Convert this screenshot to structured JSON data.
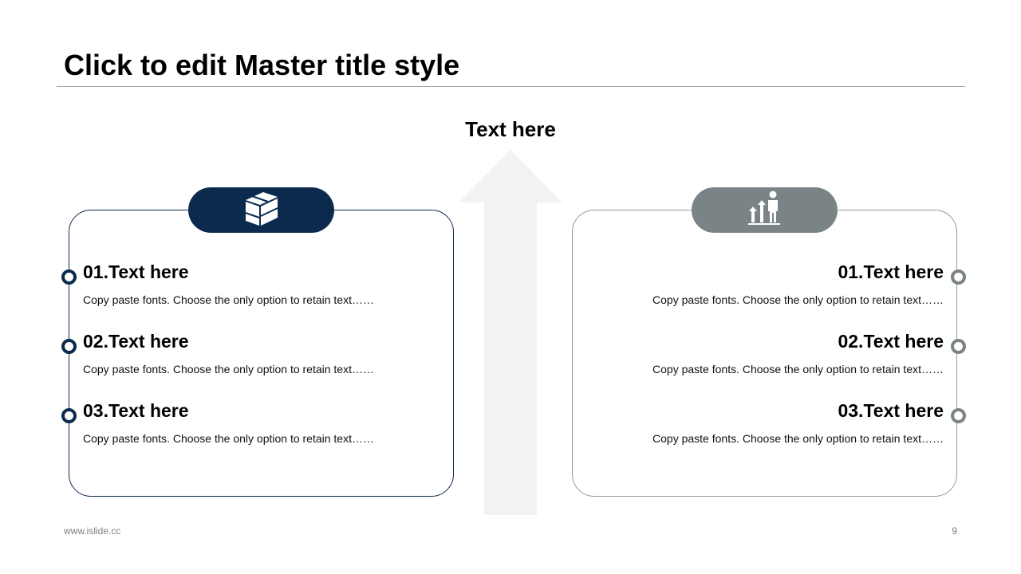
{
  "slide": {
    "title": "Click to edit Master title style",
    "center_label": "Text here",
    "footer_url": "www.islide.cc",
    "page_number": "9"
  },
  "colors": {
    "navy": "#0b2a4e",
    "gray": "#7a8385",
    "arrow": "#f2f2f2",
    "rule": "#a6a6a6"
  },
  "left_panel": {
    "icon": "boxes-icon",
    "items": [
      {
        "title": "01.Text here",
        "desc": "Copy paste fonts. Choose the only option to retain text……"
      },
      {
        "title": "02.Text here",
        "desc": "Copy paste fonts. Choose the only option to retain text……"
      },
      {
        "title": "03.Text here",
        "desc": "Copy paste fonts. Choose the only option to retain text……"
      }
    ]
  },
  "right_panel": {
    "icon": "person-growth-icon",
    "items": [
      {
        "title": "01.Text here",
        "desc": "Copy paste fonts. Choose the only option to retain text……"
      },
      {
        "title": "02.Text here",
        "desc": "Copy paste fonts. Choose the only option to retain text……"
      },
      {
        "title": "03.Text here",
        "desc": "Copy paste fonts. Choose the only option to retain text……"
      }
    ]
  }
}
